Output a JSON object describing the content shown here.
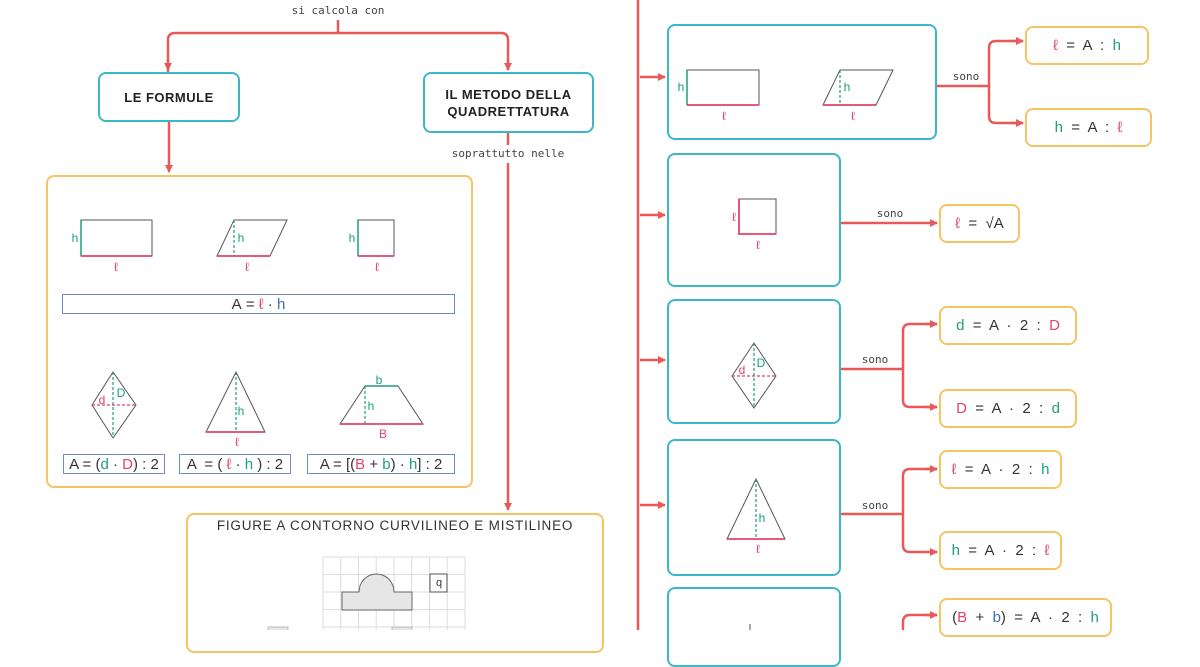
{
  "connectors": {
    "si_calcola_con": "si calcola con",
    "soprattutto_nelle": "soprattutto nelle",
    "sono": "sono"
  },
  "nodes": {
    "le_formule": "LE FORMULE",
    "metodo_quadrettatura": "IL METODO DELLA QUADRETTATURA",
    "curvilinee": "FIGURE A CONTORNO CURVILINEO E MISTILINEO"
  },
  "shape_labels": {
    "h": "h",
    "l": "ℓ",
    "d": "d",
    "D": "D",
    "b": "b",
    "B": "B",
    "q": "q"
  },
  "colors": {
    "teal": "#3bb8c8",
    "yellow": "#f5c565",
    "red": "#e85a5a",
    "pink": "#e0446a",
    "green": "#1e9e7e",
    "blue": "#3d6fb5"
  },
  "formulas": {
    "area_lh": [
      {
        "t": "A",
        "c": "dark"
      },
      {
        "t": " = ",
        "c": "dark"
      },
      {
        "t": "ℓ",
        "c": "pink"
      },
      {
        "t": " · ",
        "c": "dark"
      },
      {
        "t": "h",
        "c": "blue"
      }
    ],
    "area_rhombus": [
      {
        "t": "A = (",
        "c": "dark"
      },
      {
        "t": "d",
        "c": "green"
      },
      {
        "t": " · ",
        "c": "dark"
      },
      {
        "t": "D",
        "c": "pink"
      },
      {
        "t": ") : 2",
        "c": "dark"
      }
    ],
    "area_triangle": [
      {
        "t": "A  = ( ",
        "c": "dark"
      },
      {
        "t": "ℓ",
        "c": "pink"
      },
      {
        "t": " · ",
        "c": "dark"
      },
      {
        "t": "h",
        "c": "green"
      },
      {
        "t": " ) : 2",
        "c": "dark"
      }
    ],
    "area_trapezoid": [
      {
        "t": "A = [(",
        "c": "dark"
      },
      {
        "t": "B",
        "c": "pink"
      },
      {
        "t": " + ",
        "c": "dark"
      },
      {
        "t": "b",
        "c": "green"
      },
      {
        "t": ") · ",
        "c": "dark"
      },
      {
        "t": "h",
        "c": "green"
      },
      {
        "t": "] : 2",
        "c": "dark"
      }
    ],
    "l_eq_A_h": [
      {
        "t": "ℓ",
        "c": "pink"
      },
      {
        "t": "  =  A  :  ",
        "c": "dark"
      },
      {
        "t": "h",
        "c": "green"
      }
    ],
    "h_eq_A_l": [
      {
        "t": "h",
        "c": "green"
      },
      {
        "t": "  =  A  :  ",
        "c": "dark"
      },
      {
        "t": "ℓ",
        "c": "pink"
      }
    ],
    "l_eq_sqrtA": [
      {
        "t": "ℓ",
        "c": "pink"
      },
      {
        "t": "  =  √A",
        "c": "dark"
      }
    ],
    "d_eq": [
      {
        "t": "d",
        "c": "green"
      },
      {
        "t": "  =  A  ·  2  :  ",
        "c": "dark"
      },
      {
        "t": "D",
        "c": "pink"
      }
    ],
    "D_eq": [
      {
        "t": "D",
        "c": "pink"
      },
      {
        "t": "  =  A  ·  2  :  ",
        "c": "dark"
      },
      {
        "t": "d",
        "c": "green"
      }
    ],
    "l_eq_tri": [
      {
        "t": "ℓ",
        "c": "pink"
      },
      {
        "t": "  =  A  ·  2  :  ",
        "c": "dark"
      },
      {
        "t": "h",
        "c": "green"
      }
    ],
    "h_eq_tri": [
      {
        "t": "h",
        "c": "green"
      },
      {
        "t": "  =  A  ·  2  :  ",
        "c": "dark"
      },
      {
        "t": "ℓ",
        "c": "pink"
      }
    ],
    "Bb_eq": [
      {
        "t": "(",
        "c": "dark"
      },
      {
        "t": "B",
        "c": "pink"
      },
      {
        "t": "  +  ",
        "c": "dark"
      },
      {
        "t": "b",
        "c": "blue"
      },
      {
        "t": ")  =  A  ·  2  :  ",
        "c": "dark"
      },
      {
        "t": "h",
        "c": "green"
      }
    ]
  }
}
